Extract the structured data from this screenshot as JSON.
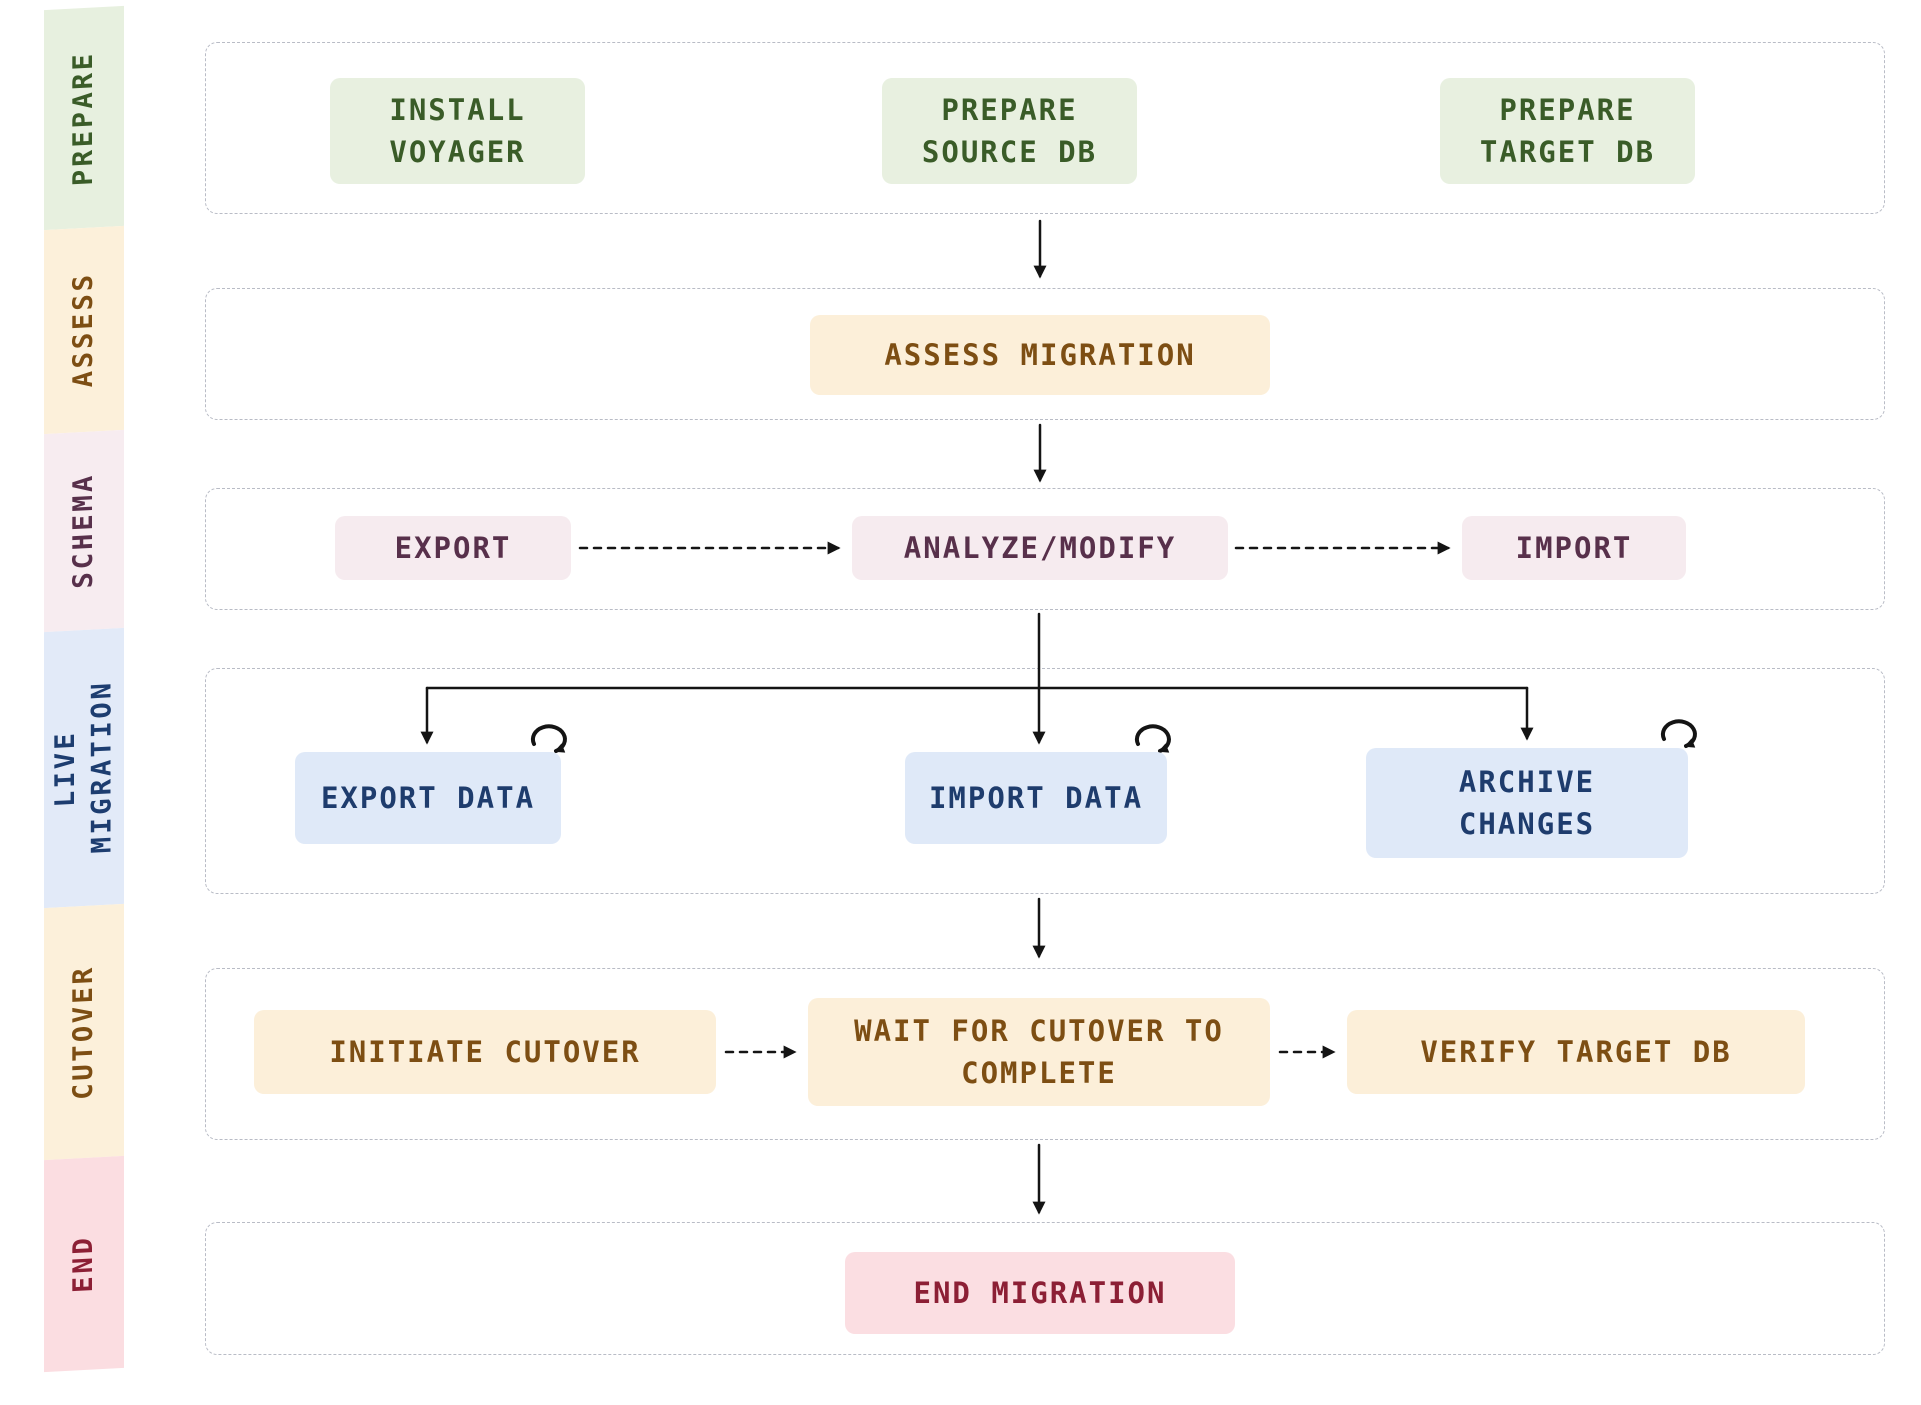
{
  "arrow_color": "#141414",
  "row_border_color": "#b9bcc6",
  "sidebar": {
    "prepare": {
      "label": "PREPARE",
      "bg": "#e7f0df",
      "fg": "#3a5c28"
    },
    "assess": {
      "label": "ASSESS",
      "bg": "#fcf0da",
      "fg": "#7d4e13"
    },
    "schema": {
      "label": "SCHEMA",
      "bg": "#f7ecf0",
      "fg": "#58304b"
    },
    "live_migration": {
      "label": "LIVE\nMIGRATION",
      "bg": "#e2eaf8",
      "fg": "#1d3d70"
    },
    "cutover": {
      "label": "CUTOVER",
      "bg": "#fcf0da",
      "fg": "#7d4e13"
    },
    "end": {
      "label": "END",
      "bg": "#fbdde1",
      "fg": "#8c1f35"
    }
  },
  "stages": {
    "prepare": {
      "bg": "#e8f0e0",
      "fg": "#3a5c28",
      "install_voyager": "INSTALL\nVOYAGER",
      "prepare_source_db": "PREPARE\nSOURCE DB",
      "prepare_target_db": "PREPARE\nTARGET DB"
    },
    "assess": {
      "bg": "#fcefd9",
      "fg": "#7d4e13",
      "assess_migration": "ASSESS MIGRATION"
    },
    "schema": {
      "bg": "#f6ebef",
      "fg": "#58304b",
      "export": "EXPORT",
      "analyze_modify": "ANALYZE/MODIFY",
      "import": "IMPORT"
    },
    "live_migration": {
      "bg": "#dfe9f8",
      "fg": "#1e3c6d",
      "export_data": "EXPORT DATA",
      "import_data": "IMPORT DATA",
      "archive_changes": "ARCHIVE\nCHANGES"
    },
    "cutover": {
      "bg": "#fcefd9",
      "fg": "#7d4e13",
      "initiate_cutover": "INITIATE CUTOVER",
      "wait_for_cutover": "WAIT FOR CUTOVER TO\nCOMPLETE",
      "verify_target_db": "VERIFY TARGET DB"
    },
    "end": {
      "bg": "#fbdee2",
      "fg": "#8c1f35",
      "end_migration": "END MIGRATION"
    }
  }
}
